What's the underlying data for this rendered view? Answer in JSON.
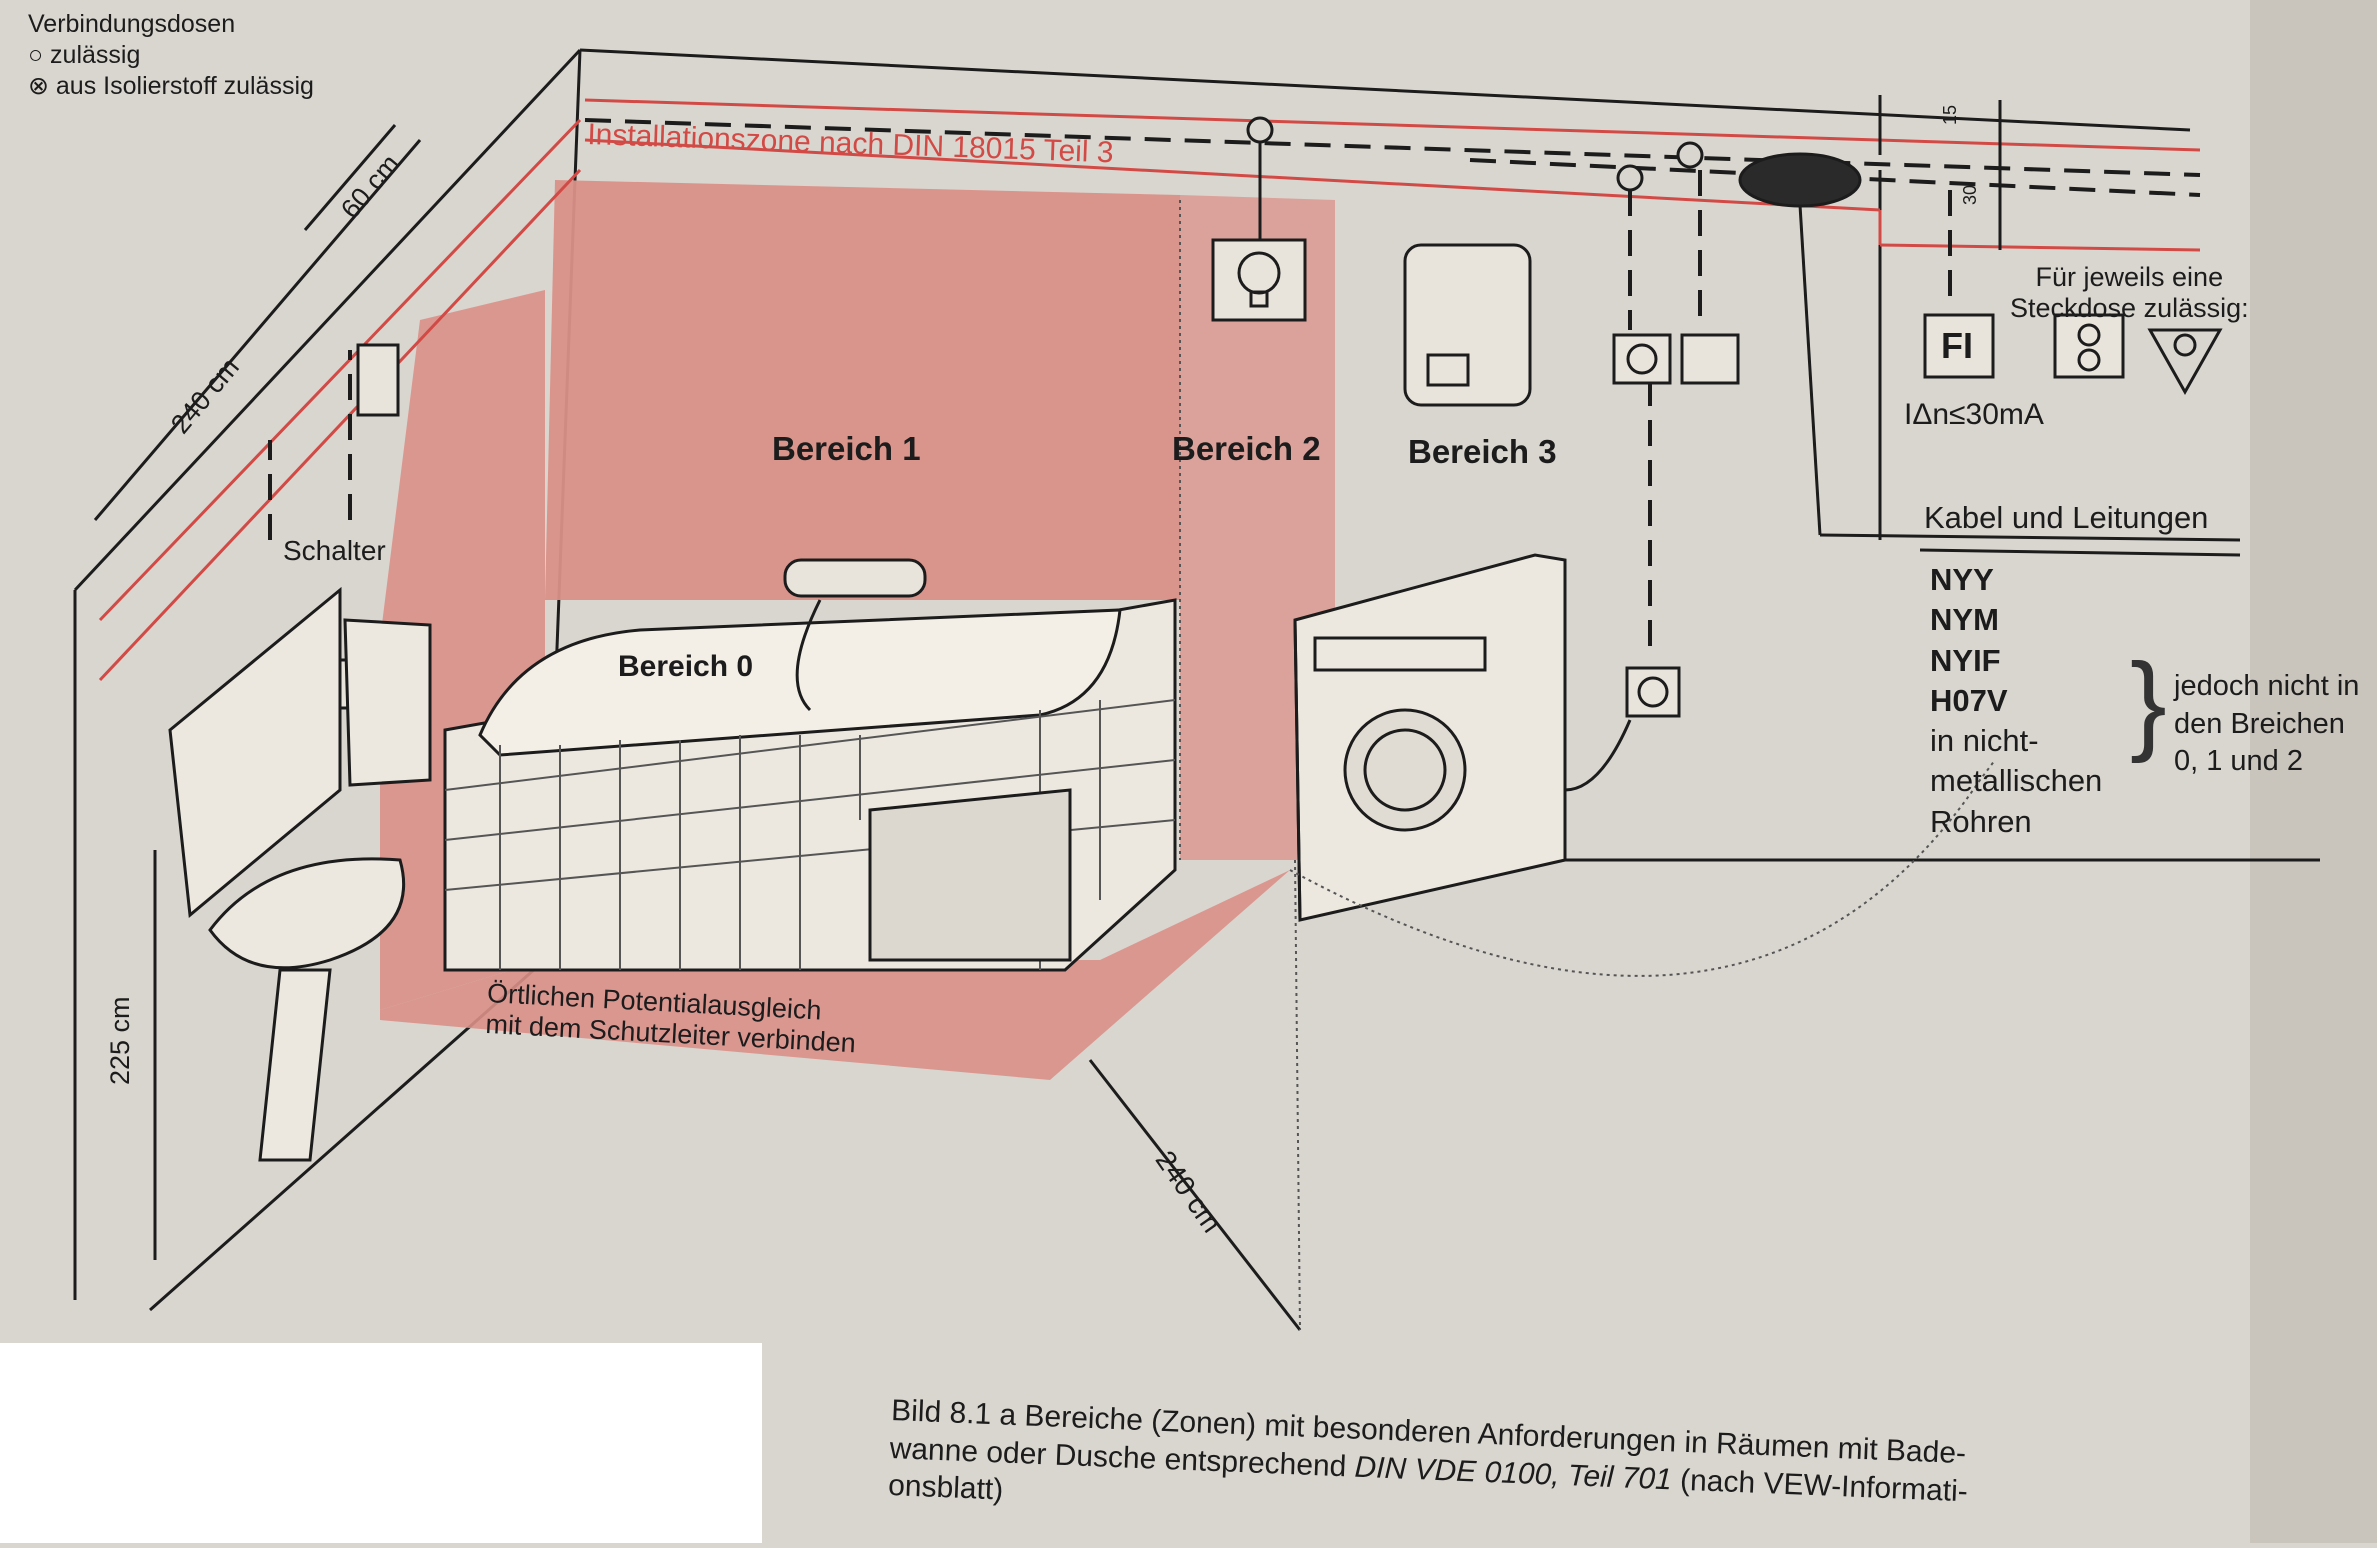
{
  "legend": {
    "title": "Verbindungsdosen",
    "item_allowed": "zulässig",
    "item_insulated": "aus Isolierstoff zulässig"
  },
  "dimensions": {
    "zone_width": "60 cm",
    "wall_length": "240 cm",
    "height": "225 cm",
    "floor_radius": "240 cm",
    "small_1": "15",
    "small_2": "30"
  },
  "zone_text": "Installationszone nach DIN 18015 Teil 3",
  "areas": {
    "zone_0": "Bereich 0",
    "zone_1": "Bereich 1",
    "zone_2": "Bereich 2",
    "zone_3": "Bereich 3"
  },
  "switch_label": "Schalter",
  "equipotential": {
    "line1": "Örtlichen Potentialausgleich",
    "line2": "mit dem Schutzleiter verbinden"
  },
  "fi": {
    "symbol": "FI",
    "rating": "IΔn≤30mA",
    "note_line1": "Für jeweils eine",
    "note_line2": "Steckdose zulässig:"
  },
  "cables": {
    "heading": "Kabel und Leitungen",
    "types": [
      "NYY",
      "NYM",
      "NYIF",
      "H07V"
    ],
    "extra": [
      "in nicht-",
      "metallischen",
      "Rohren"
    ],
    "note": "jedoch nicht in den Breichen 0, 1 und 2"
  },
  "caption": {
    "line1": "Bild 8.1 a    Bereiche (Zonen) mit besonderen Anforderungen in Räumen mit Bade-",
    "line2_plain": "wanne oder Dusche entsprechend ",
    "line2_italic": "DIN VDE 0100, Teil 701",
    "line2_end": " (nach VEW-Informati-",
    "line3": "onsblatt)"
  },
  "colors": {
    "paper": "#d9d6cf",
    "zone_pink": "#d99088",
    "line_red": "#d24a46",
    "ink": "#1c1c1c"
  }
}
